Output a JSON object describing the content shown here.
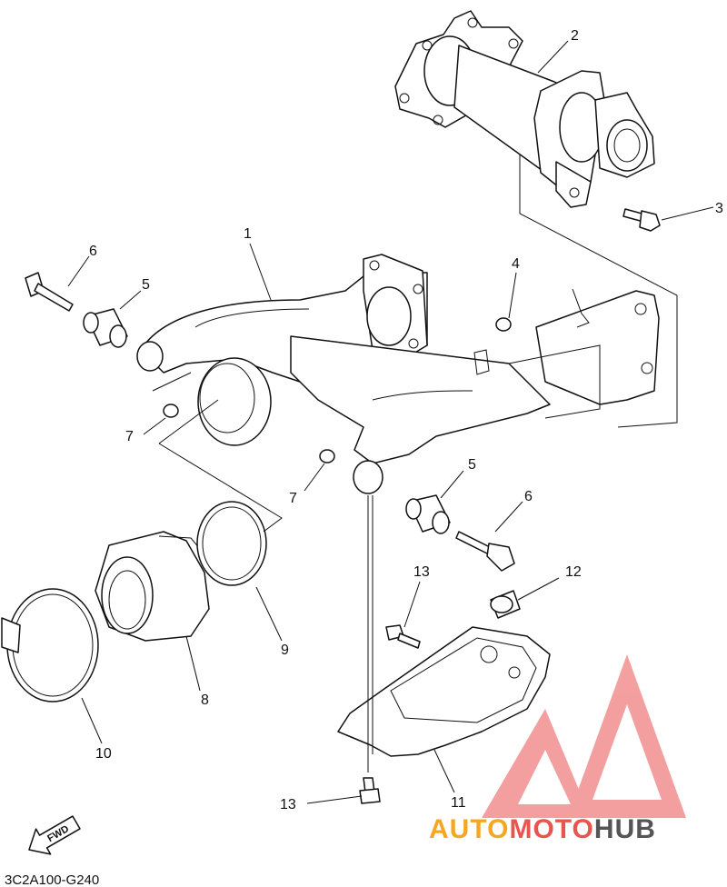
{
  "callouts": {
    "c1": "1",
    "c2": "2",
    "c3": "3",
    "c4": "4",
    "c5a": "5",
    "c5b": "5",
    "c6a": "6",
    "c6b": "6",
    "c7a": "7",
    "c7b": "7",
    "c8": "8",
    "c9": "9",
    "c10": "10",
    "c11": "11",
    "c12": "12",
    "c13a": "13",
    "c13b": "13"
  },
  "fwd_label": "FWD",
  "diagram_code": "3C2A100-G240",
  "watermark": {
    "part1": "AUTO",
    "part2": "MOTO",
    "part3": "HUB",
    "colors": {
      "orange": "#f5a623",
      "red": "#e8554e",
      "gray": "#555555",
      "triangle": "#f08080"
    }
  }
}
